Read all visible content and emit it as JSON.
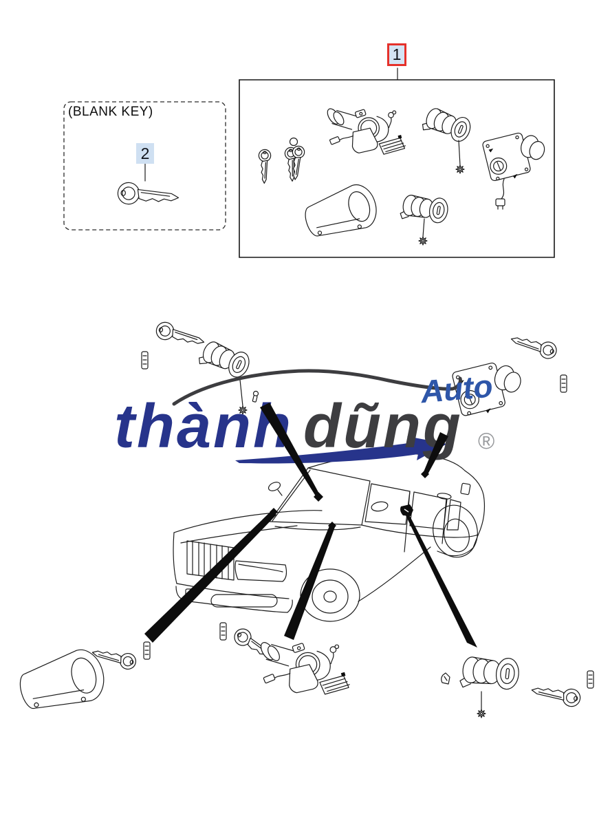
{
  "page": {
    "title": "Lock set and blank key parts diagram",
    "background_color": "#ffffff"
  },
  "callouts": {
    "item1": {
      "label": "1",
      "highlight_fill": "#d4e4f4",
      "border_color": "#e5312b"
    },
    "item2": {
      "label": "2",
      "highlight_fill": "#cfe0f2"
    }
  },
  "blank_key_box": {
    "caption": "(BLANK KEY)"
  },
  "watermark": {
    "brand_word_1": "thành",
    "brand_word_2": "dũng",
    "brand_suffix": "Auto",
    "registered_mark": "®",
    "brand_word_1_color": "#27348b",
    "brand_word_2_color": "#3d3d40",
    "brand_suffix_color": "#2e56a9",
    "registered_mark_color": "#97999c"
  },
  "diagram": {
    "kit_box_parts": [
      "key",
      "key-pair-with-ring",
      "ignition-lock-assembly",
      "door-lock-cylinder",
      "back-door-lock-with-plate",
      "glove-box-lock",
      "door-lock-cylinder-with-bracket"
    ],
    "blank_key_part": "blank-key",
    "vehicle": "sedan-three-quarter-front-view",
    "scattered_part_groups": [
      "front-door-lock-group-left",
      "back-door-lock-group-right",
      "glove-box-lock-group",
      "ignition-switch-group",
      "rear-door-lock-group"
    ]
  }
}
